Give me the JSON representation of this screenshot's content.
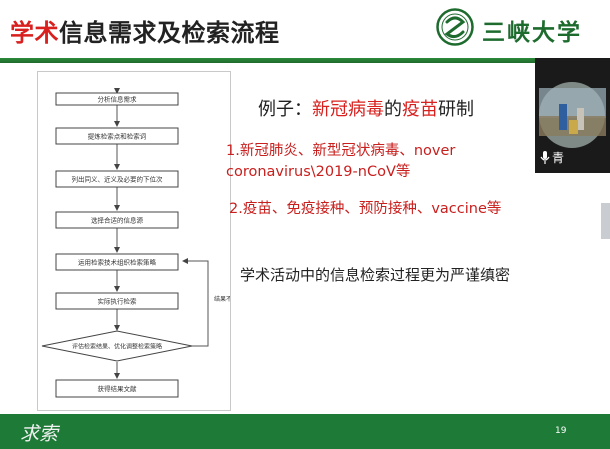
{
  "title": {
    "highlight": "学术",
    "rest": "信息需求及检索流程"
  },
  "logo": {
    "text": "三峡大学"
  },
  "flowchart": {
    "steps": [
      "分析信息需求",
      "提炼检索点和检索词",
      "列出同义、近义及必要的下位次",
      "选择合适的信息源",
      "运用检索技术组织检索策略",
      "实际执行检索",
      "评估检索结果、优化调整检索策略",
      "获得结果文献"
    ],
    "feedback_label": "结果不佳"
  },
  "example": {
    "prefix": "例子：",
    "topic": "新冠病毒",
    "particle": "的",
    "subject": "疫苗",
    "suffix": "研制"
  },
  "keywords": {
    "line1": "1.新冠肺炎、新型冠状病毒、nover",
    "line1b": "coronavirus\\2019-nCoV等",
    "line2": "2.疫苗、免疫接种、预防接种、vaccine等"
  },
  "statement": "学术活动中的信息检索过程更为严谨缜密",
  "video": {
    "label": "青"
  },
  "footer": {
    "motto": "求索",
    "page_number": "19"
  },
  "colors": {
    "accent_red": "#d8201e",
    "brand_green": "#1e7a37"
  }
}
